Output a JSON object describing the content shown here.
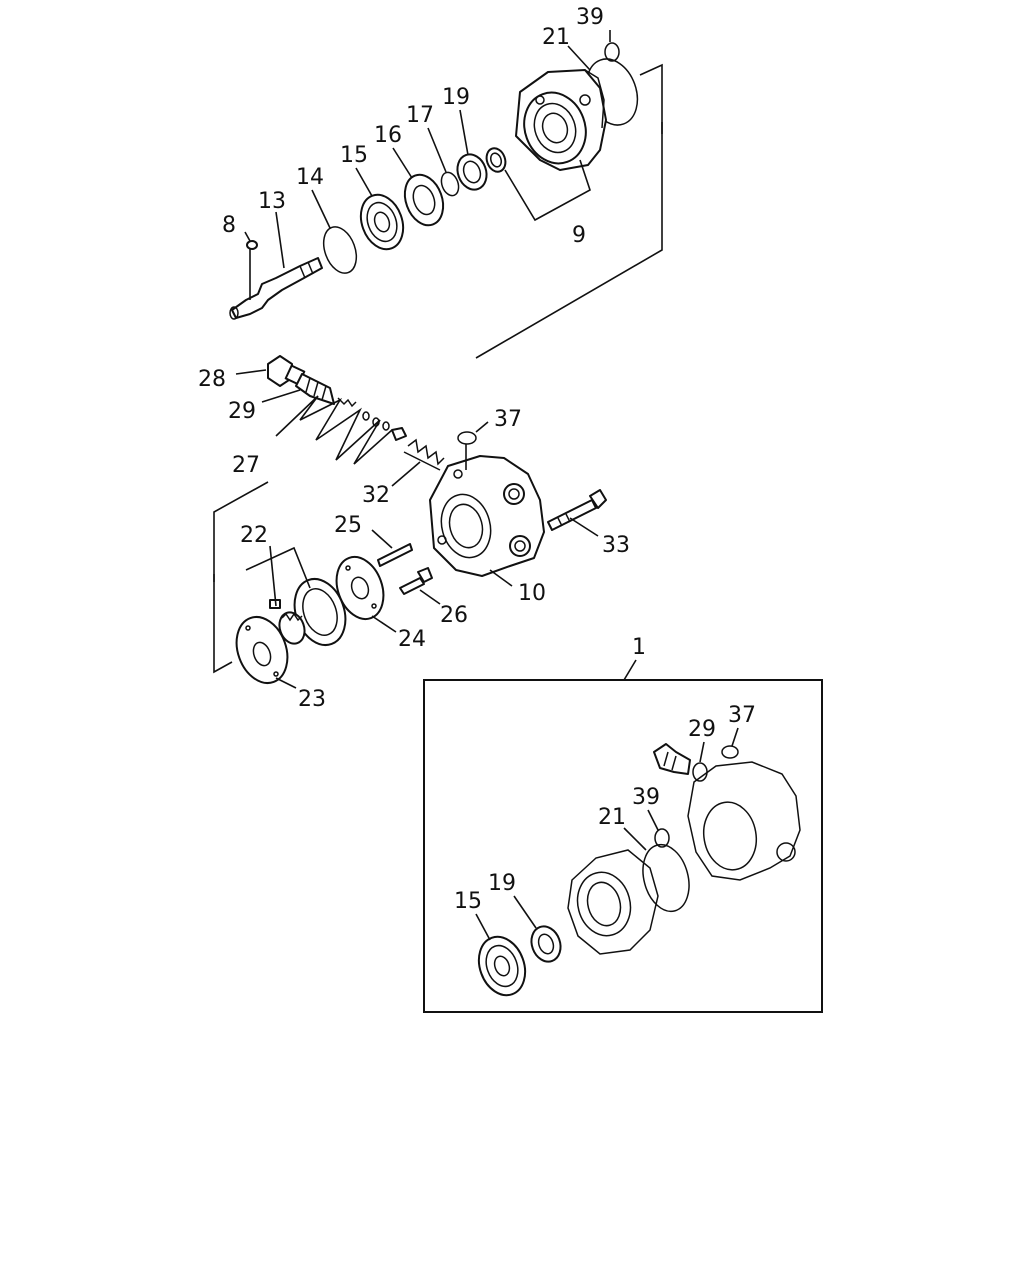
{
  "labels": {
    "p39_top": "39",
    "p21_top": "21",
    "p19_top": "19",
    "p17": "17",
    "p16": "16",
    "p15_top": "15",
    "p14": "14",
    "p13": "13",
    "p8": "8",
    "p9": "9",
    "p28": "28",
    "p29_top": "29",
    "p27": "27",
    "p37_top": "37",
    "p32": "32",
    "p33": "33",
    "p25": "25",
    "p22": "22",
    "p26": "26",
    "p10": "10",
    "p24": "24",
    "p23": "23",
    "p1": "1",
    "p29_box": "29",
    "p37_box": "37",
    "p39_box": "39",
    "p21_box": "21",
    "p19_box": "19",
    "p15_box": "15"
  }
}
